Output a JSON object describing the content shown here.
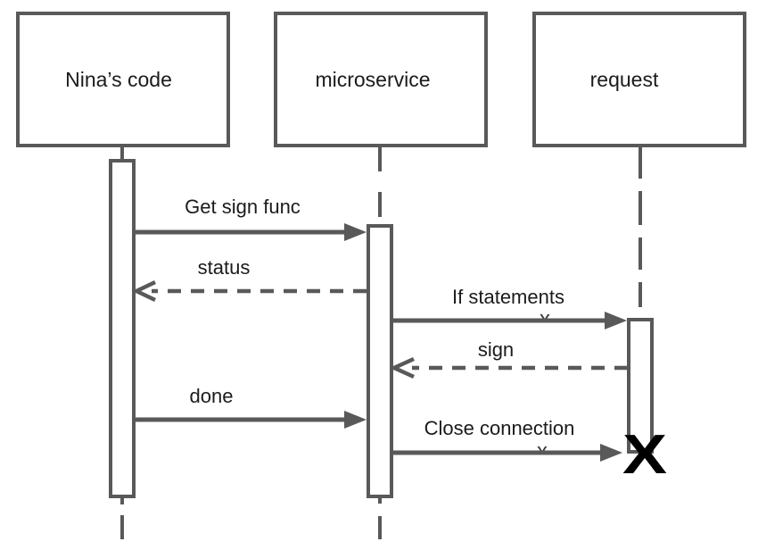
{
  "page": {
    "background": "#ffffff"
  },
  "colors": {
    "line": "#595959",
    "text": "#1b1b1b",
    "destroy": "#000000",
    "background": "#ffffff"
  },
  "diagram": {
    "type": "uml-sequence-diagram",
    "actors": [
      {
        "id": "ninas-code",
        "label": "Nina’s code"
      },
      {
        "id": "microservice",
        "label": "microservice"
      },
      {
        "id": "request",
        "label": "request"
      }
    ],
    "messages": [
      {
        "from": "ninas-code",
        "to": "microservice",
        "label": "Get sign func",
        "line": "solid",
        "arrowhead": "filled"
      },
      {
        "from": "microservice",
        "to": "ninas-code",
        "label": "status",
        "line": "dashed",
        "arrowhead": "open"
      },
      {
        "from": "microservice",
        "to": "request",
        "label": "If statements",
        "line": "solid",
        "arrowhead": "filled",
        "clipped_mark": "x"
      },
      {
        "from": "request",
        "to": "microservice",
        "label": "sign",
        "line": "dashed",
        "arrowhead": "open"
      },
      {
        "from": "ninas-code",
        "to": "microservice",
        "label": "done",
        "line": "solid",
        "arrowhead": "filled"
      },
      {
        "from": "microservice",
        "to": "request",
        "label": "Close connection",
        "line": "solid",
        "arrowhead": "filled",
        "clipped_mark": "x",
        "terminator": "destroy"
      }
    ],
    "destroy_marker": "X"
  }
}
